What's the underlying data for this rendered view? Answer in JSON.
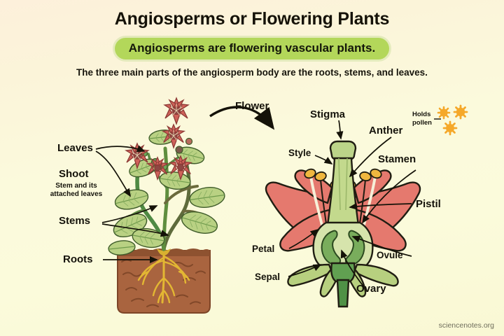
{
  "header": {
    "title": "Angiosperms or Flowering Plants",
    "banner": "Angiosperms are flowering vascular plants.",
    "subtitle": "The three main parts of the angiosperm body are the roots, stems, and leaves."
  },
  "footer": {
    "credit": "sciencenotes.org"
  },
  "plant_labels": {
    "leaves": "Leaves",
    "shoot": "Shoot",
    "shoot_note_line1": "Stem and its",
    "shoot_note_line2": "attached leaves",
    "stems": "Stems",
    "roots": "Roots",
    "flower": "Flower"
  },
  "flower_labels": {
    "stigma": "Stigma",
    "style": "Style",
    "anther": "Anther",
    "stamen": "Stamen",
    "pistil": "Pistil",
    "ovule": "Ovule",
    "ovary": "Ovary",
    "petal": "Petal",
    "sepal": "Sepal",
    "pollen_note_line1": "Holds",
    "pollen_note_line2": "pollen"
  },
  "colors": {
    "background_top": "#fdf0db",
    "background_bottom": "#f9f8d4",
    "banner_green": "#b3d75a",
    "text_dark": "#15130b",
    "petal_coral": "#e5796e",
    "leaf_green": "#b9d183",
    "stem_green": "#4f8a43",
    "soil_brown": "#a9643f",
    "root_gold": "#e8c13c",
    "anther_orange": "#f0b73f",
    "pistil_green": "#c3d98d",
    "ovary_green": "#79ad5c",
    "pollen_orange": "#f5a82a",
    "outline": "#201d12"
  }
}
